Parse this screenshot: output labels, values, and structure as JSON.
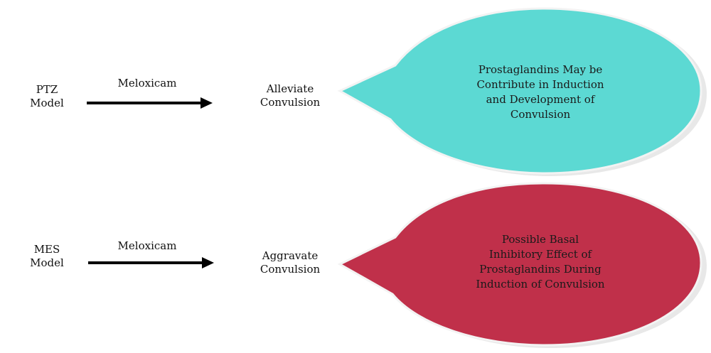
{
  "rows": [
    {
      "model": [
        "PTZ",
        "Model"
      ],
      "drug": "Meloxicam",
      "outcome": [
        "Alleviate",
        "Convulsion"
      ],
      "bubble_color": "#5cd9d3",
      "bubble_text": [
        "Prostaglandins May be",
        "Contribute in Induction",
        "and Development of",
        "Convulsion"
      ]
    },
    {
      "model": [
        "MES",
        "Model"
      ],
      "drug": "Meloxicam",
      "outcome": [
        "Aggravate",
        "Convulsion"
      ],
      "bubble_color": "#c0304a",
      "bubble_text": [
        "Possible Basal",
        "Inhibitory Effect of",
        "Prostaglandins During",
        "Induction of Convulsion"
      ]
    }
  ]
}
